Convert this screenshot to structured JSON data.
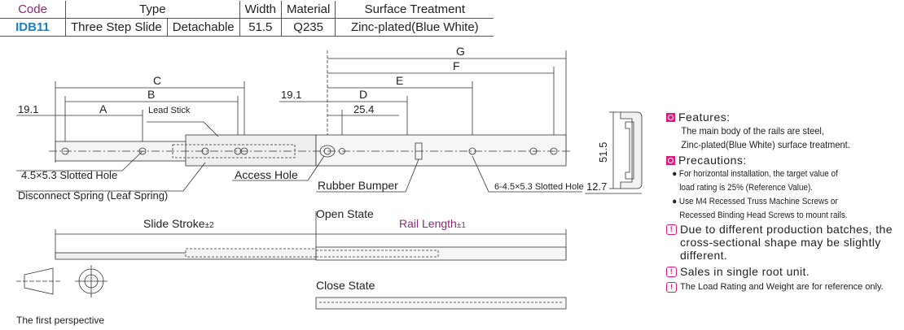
{
  "table": {
    "headers": [
      "Code",
      "Type",
      "Width",
      "Material",
      "Surface Treatment"
    ],
    "row": {
      "code": "IDB11",
      "type1": "Three Step Slide",
      "type2": "Detachable",
      "width": "51.5",
      "material": "Q235",
      "surface": "Zinc-plated(Blue White)"
    }
  },
  "drawing": {
    "dims": {
      "A": "A",
      "B": "B",
      "C": "C",
      "D": "D",
      "E": "E",
      "F": "F",
      "G": "G",
      "left_offset": "19.1",
      "right_offset": "19.1",
      "d254": "25.4",
      "height": "51.5",
      "width": "12.7"
    },
    "labels": {
      "lead_stick": "Lead Stick",
      "slotted_hole": "4.5×5.3 Slotted Hole",
      "disconnect_spring": "Disconnect Spring (Leaf Spring)",
      "access_hole": "Access Hole",
      "rubber_bumper": "Rubber Bumper",
      "slotted_holes_6": "6-4.5×5.3 Slotted Hole",
      "slide_stroke": "Slide Stroke",
      "slide_stroke_tol": "±2",
      "open_state": "Open State",
      "rail_length": "Rail Length",
      "rail_length_tol": "±1",
      "close_state": "Close State",
      "perspective": "The first perspective"
    }
  },
  "notes": {
    "features_title": "Features:",
    "features_text": [
      "The main body of the rails are steel,",
      "Zinc-plated(Blue White) surface treatment."
    ],
    "precautions_title": "Precautions:",
    "precautions": [
      "For horizontal installation, the target value of",
      "load rating is 25% (Reference Value).",
      "Use M4 Recessed Truss Machine Screws or",
      "Recessed Binding Head Screws to mount rails."
    ],
    "warnings": [
      "Due to different production batches, the cross-sectional shape may be slightly different.",
      "Sales in single root unit.",
      "The Load Rating and Weight are for reference only."
    ]
  },
  "colors": {
    "accent": "#e0197d",
    "code": "#1a7fc1",
    "header_code": "#8b2a7a",
    "rail_length": "#8b2a7a"
  }
}
